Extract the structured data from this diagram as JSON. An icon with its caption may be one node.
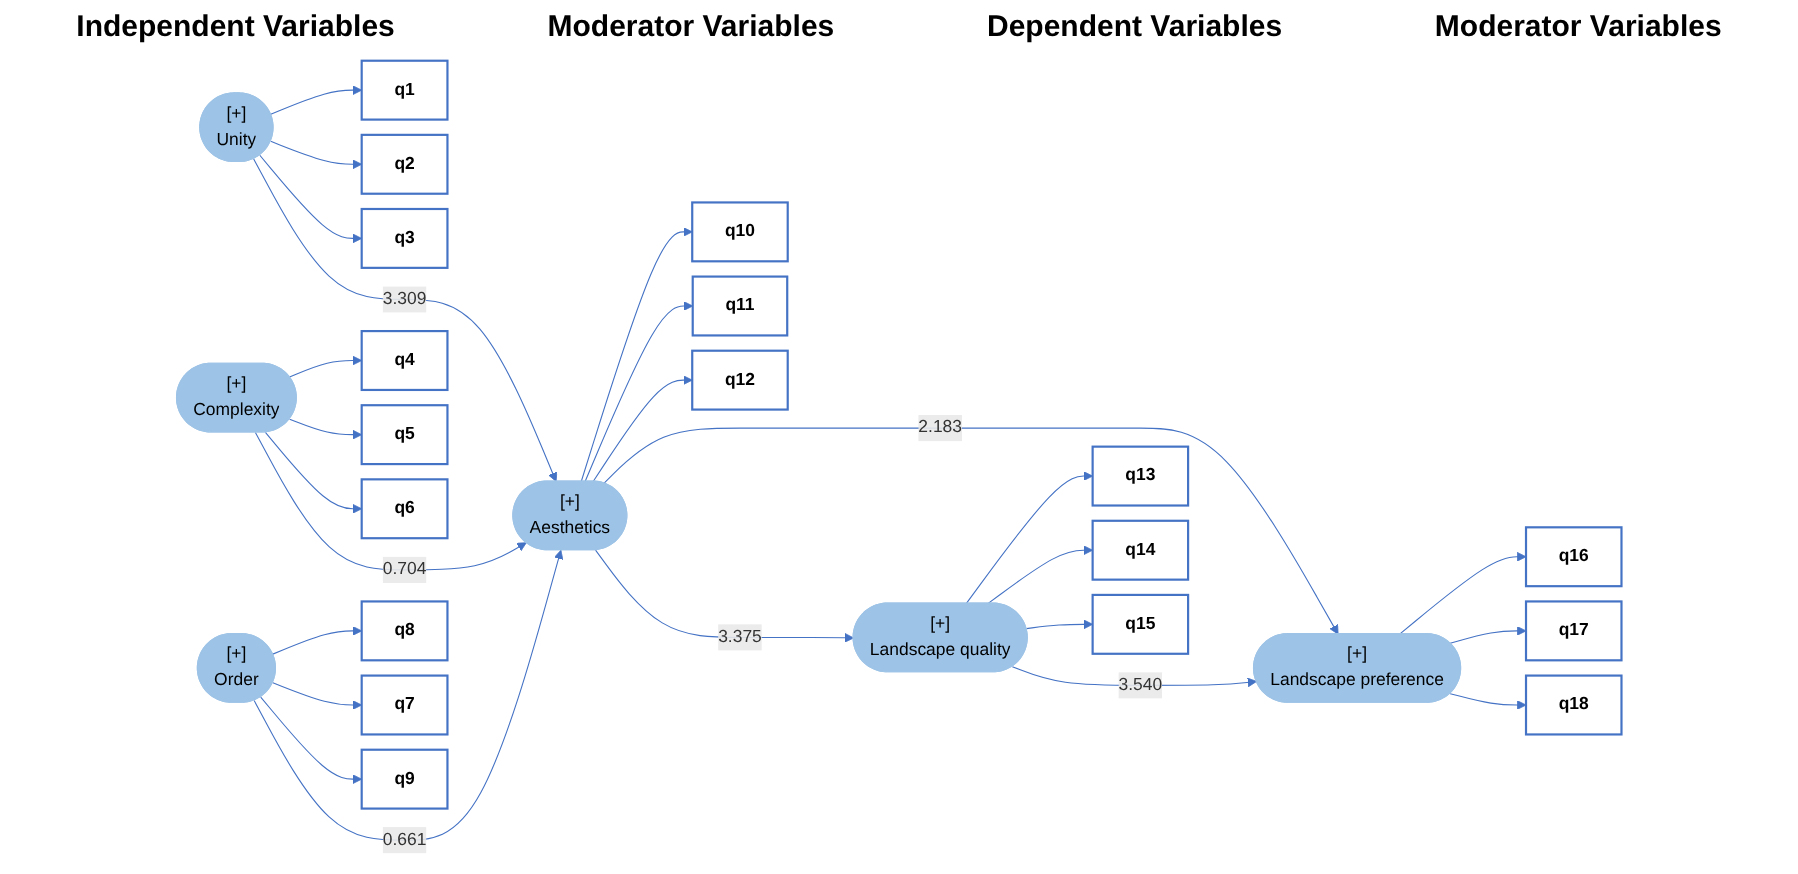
{
  "diagram": {
    "nodes": [
      {
        "text": [
          "q1"
        ]
      },
      {
        "text": [
          "q2"
        ]
      },
      {
        "text": [
          "q3"
        ]
      },
      {
        "text": [
          "[+]",
          "Unity"
        ]
      },
      {
        "text": [
          "q4"
        ]
      },
      {
        "text": [
          "q5"
        ]
      },
      {
        "text": [
          "q6"
        ]
      },
      {
        "text": [
          "[+]",
          "Complexity"
        ]
      },
      {
        "text": [
          "q8"
        ]
      },
      {
        "text": [
          "q7"
        ]
      },
      {
        "text": [
          "q9"
        ]
      },
      {
        "text": [
          "[+]",
          "Order"
        ]
      },
      {
        "text": [
          "q10"
        ]
      },
      {
        "text": [
          "q11"
        ]
      },
      {
        "text": [
          "q12"
        ]
      },
      {
        "text": [
          "[+]",
          "Aesthetics"
        ]
      },
      {
        "text": [
          "q16"
        ]
      },
      {
        "text": [
          "q17"
        ]
      },
      {
        "text": [
          "q18"
        ]
      },
      {
        "text": [
          "[+]",
          "Landscape preference"
        ]
      },
      {
        "text": [
          "[+]",
          "Landscape quality"
        ]
      },
      {
        "text": [
          "q13"
        ]
      },
      {
        "text": [
          "q14"
        ]
      },
      {
        "text": [
          "q15"
        ]
      }
    ],
    "edges": [
      {
        "from": 3,
        "to": 0,
        "arrow": "to"
      },
      {
        "from": 3,
        "to": 1,
        "arrow": "to"
      },
      {
        "from": 3,
        "to": 2,
        "arrow": "to"
      },
      {
        "from": 7,
        "to": 4,
        "arrow": "to"
      },
      {
        "from": 7,
        "to": 5,
        "arrow": "to"
      },
      {
        "from": 7,
        "to": 6,
        "arrow": "to"
      },
      {
        "from": 11,
        "to": 8,
        "arrow": "to"
      },
      {
        "from": 11,
        "to": 9,
        "arrow": "to"
      },
      {
        "from": 11,
        "to": 10,
        "arrow": "to"
      },
      {
        "from": 15,
        "to": 12,
        "arrow": "to"
      },
      {
        "from": 15,
        "to": 13,
        "arrow": "to"
      },
      {
        "from": 15,
        "to": 14,
        "arrow": "to"
      },
      {
        "from": 19,
        "to": 16,
        "arrow": "to"
      },
      {
        "from": 19,
        "to": 17,
        "arrow": "to"
      },
      {
        "from": 19,
        "to": 18,
        "arrow": "to"
      },
      {
        "from": 20,
        "to": 21,
        "arrow": "to"
      },
      {
        "from": 20,
        "to": 22,
        "arrow": "to"
      },
      {
        "from": 20,
        "to": 23,
        "arrow": "to"
      },
      {
        "from": 3,
        "to": 15,
        "label": "3.309",
        "arrow": "to"
      },
      {
        "from": 7,
        "to": 15,
        "label": "0.704",
        "arrow": "to"
      },
      {
        "from": 11,
        "to": 15,
        "label": "0.661",
        "arrow": "to"
      },
      {
        "from": 15,
        "to": 19,
        "label": "2.183",
        "arrow": "to"
      },
      {
        "from": 15,
        "to": 20,
        "label": "3.375",
        "arrow": "to"
      },
      {
        "from": 20,
        "to": 19,
        "label": "3.540",
        "arrow": "to"
      }
    ],
    "labels": [
      "Independent Variables",
      "Moderator Variables",
      "Dependent Variables",
      "Moderator Variables"
    ]
  }
}
